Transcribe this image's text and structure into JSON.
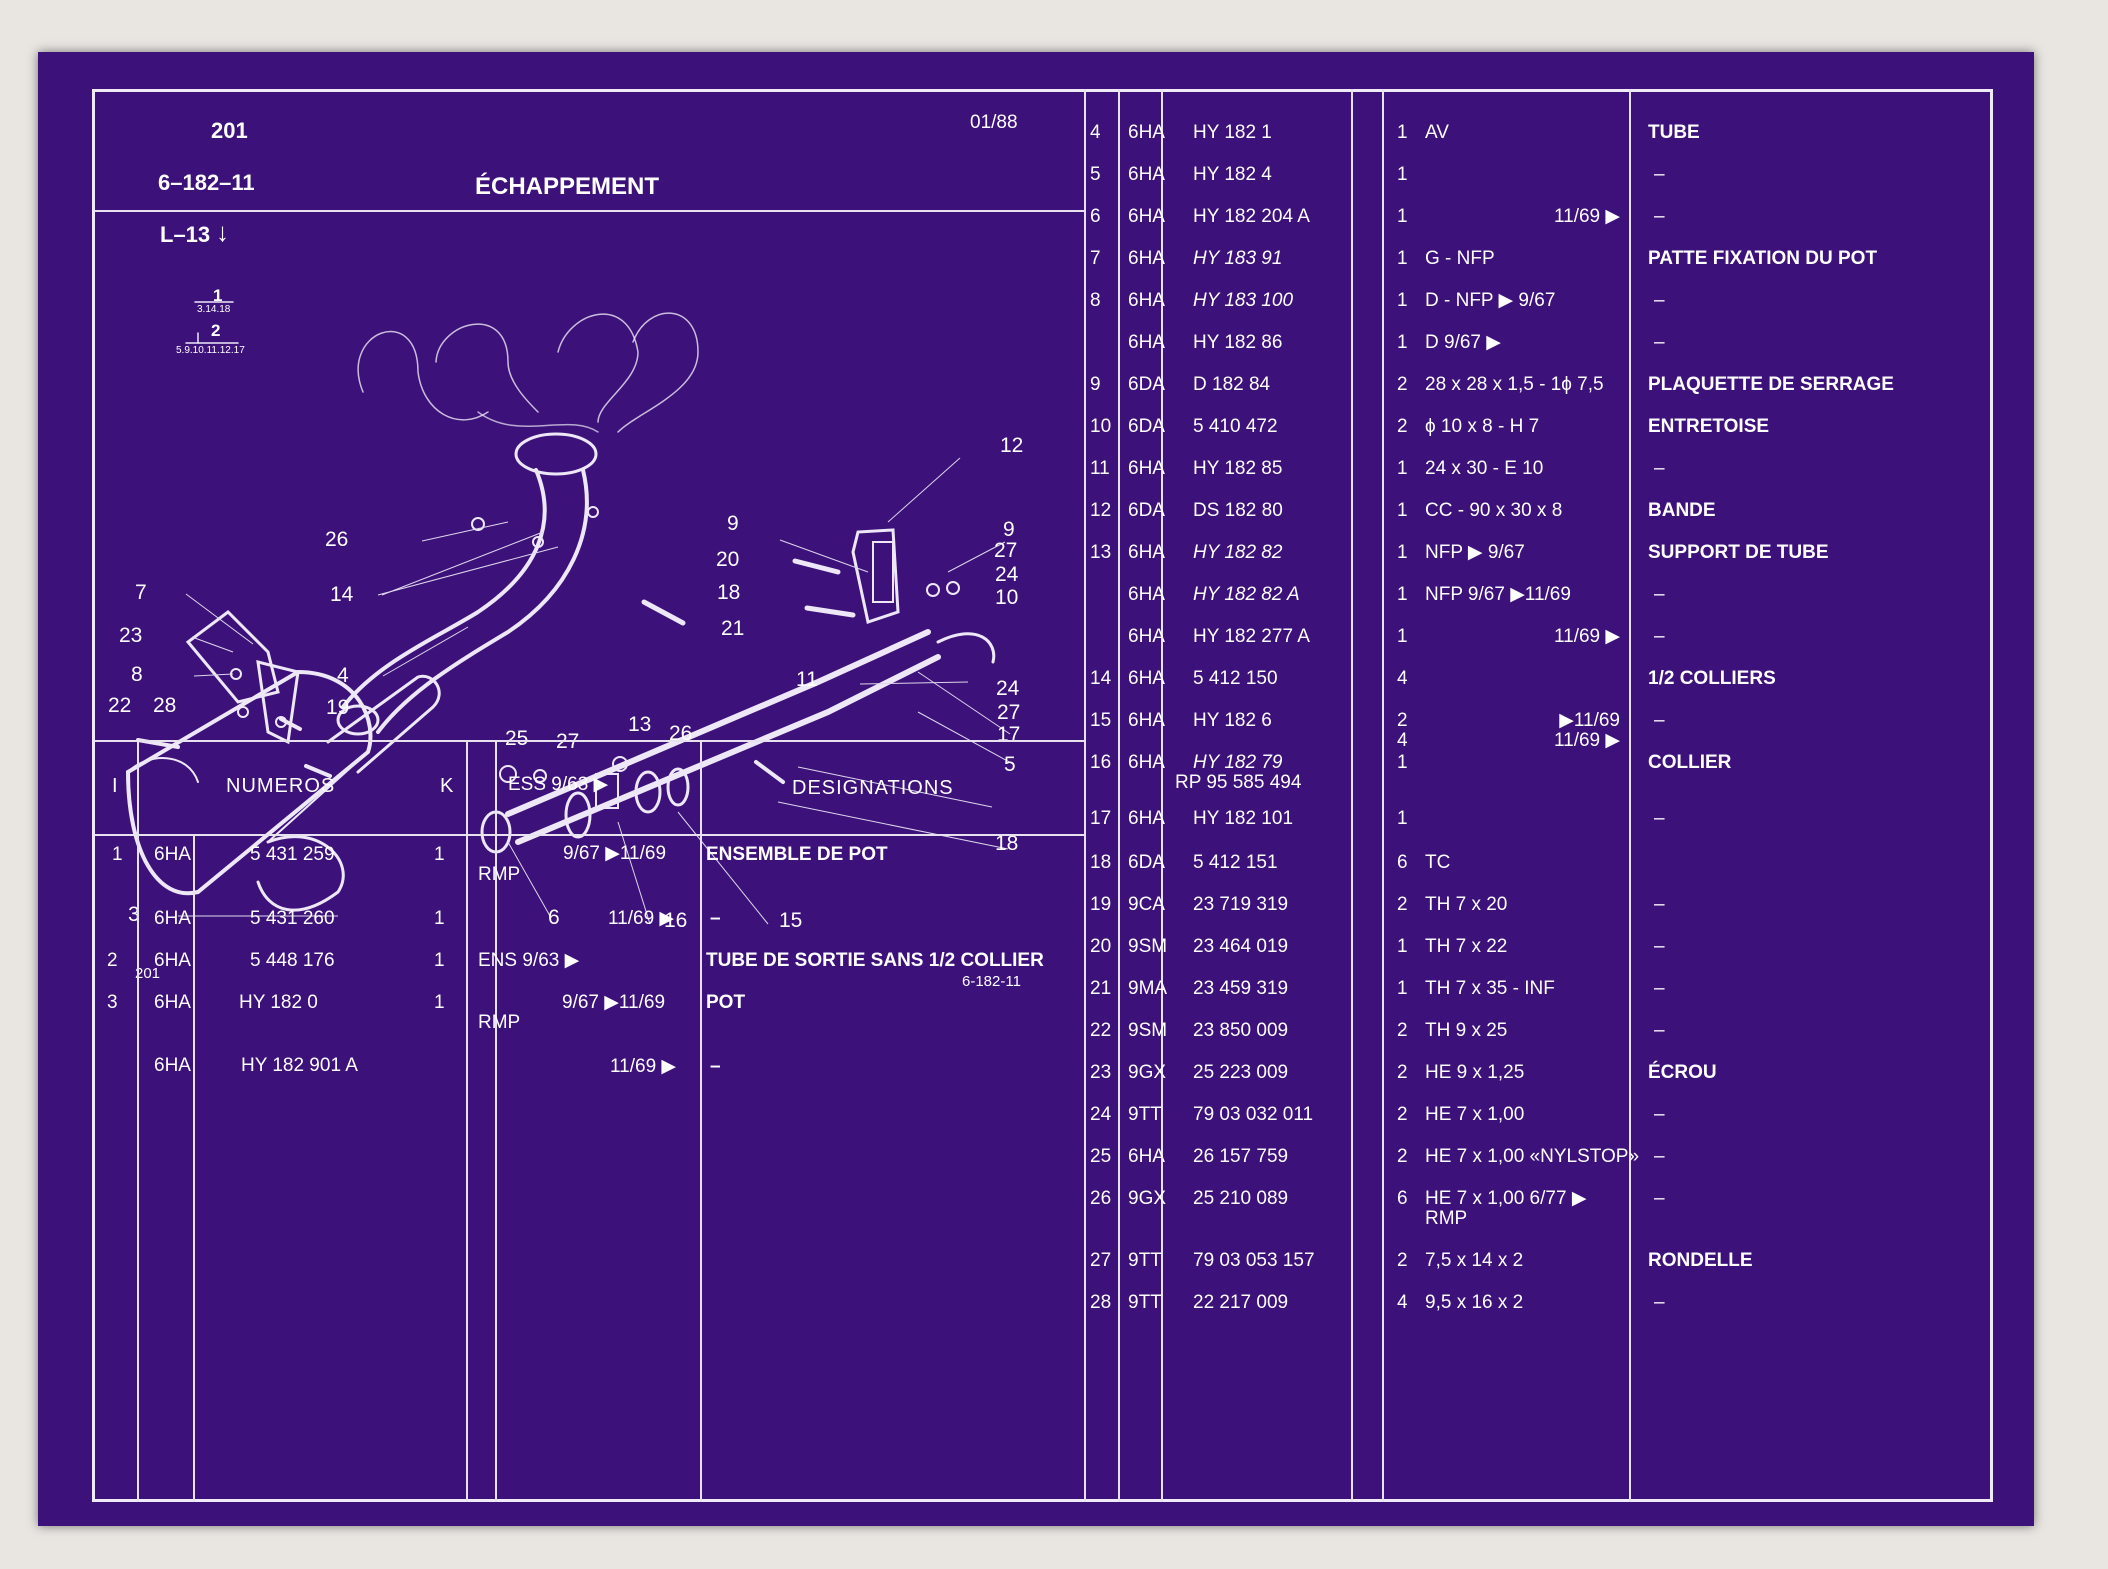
{
  "header": {
    "page_ref": "201",
    "group": "6–182–11",
    "model": "L–13",
    "model_arrow": "↓",
    "title": "ÉCHAPPEMENT",
    "date": "01/88"
  },
  "illustration": {
    "index_top": "1",
    "index_top_sub": "3.14.18",
    "index_mid": "2",
    "index_mid_sub": "5.9.10.11.12.17",
    "footer_left": "201",
    "footer_right": "6-182-11",
    "callouts": [
      "12",
      "26",
      "9",
      "9",
      "20",
      "27",
      "24",
      "7",
      "14",
      "18",
      "10",
      "23",
      "21",
      "8",
      "4",
      "11",
      "19",
      "24",
      "22",
      "28",
      "27",
      "17",
      "25",
      "27",
      "13",
      "26",
      "5",
      "18",
      "3",
      "6",
      "16",
      "15"
    ]
  },
  "columns": {
    "item": "I",
    "numbers": "NUMEROS",
    "qty": "K",
    "validity": "ESS   9/63 ▶",
    "designation": "DESIGNATIONS"
  },
  "rows": [
    {
      "item": "1",
      "code": "6HA",
      "num": "5 431  259",
      "qty": "1",
      "info": "9/67   ▶11/69",
      "info2": "RMP",
      "desig": "ENSEMBLE DE POT"
    },
    {
      "item": "",
      "code": "6HA",
      "num": "5 431  260",
      "qty": "1",
      "info": "11/69 ▶",
      "info2": "",
      "desig": "–"
    },
    {
      "item": "2",
      "code": "6HA",
      "num": "5 448  176",
      "qty": "1",
      "info": "ENS          9/63 ▶",
      "info2": "",
      "desig": "TUBE DE SORTIE SANS 1/2 COLLIER"
    },
    {
      "item": "3",
      "code": "6HA",
      "num": "HY  182    0",
      "qty": "1",
      "info": "9/67   ▶11/69",
      "info2": "RMP",
      "desig": "POT"
    },
    {
      "item": "",
      "code": "6HA",
      "num": "HY  182  901  A",
      "qty": "",
      "info": "11/69 ▶",
      "info2": "",
      "desig": "–"
    },
    {
      "item": "4",
      "code": "6HA",
      "num": "HY  182    1",
      "qty": "1",
      "info": "AV",
      "info2": "",
      "desig": "TUBE"
    },
    {
      "item": "5",
      "code": "6HA",
      "num": "HY  182    4",
      "qty": "1",
      "info": "",
      "info2": "",
      "desig": "–"
    },
    {
      "item": "6",
      "code": "6HA",
      "num": "HY  182  204  A",
      "qty": "1",
      "info": "11/69 ▶",
      "info2": "",
      "desig": "–"
    },
    {
      "item": "7",
      "code": "6HA",
      "num": "HY  183   91",
      "qty": "1",
      "info": "G - NFP",
      "info2": "",
      "desig": "PATTE FIXATION DU POT"
    },
    {
      "item": "8",
      "code": "6HA",
      "num": "HY  183  100",
      "qty": "1",
      "info": "D - NFP          ▶ 9/67",
      "info2": "",
      "desig": "–"
    },
    {
      "item": "",
      "code": "6HA",
      "num": "HY  182   86",
      "qty": "1",
      "info": "D                   9/67 ▶",
      "info2": "",
      "desig": "–"
    },
    {
      "item": "9",
      "code": "6DA",
      "num": "D  182   84",
      "qty": "2",
      "info": "28 x 28 x 1,5 - 1ϕ 7,5",
      "info2": "",
      "desig": "PLAQUETTE DE SERRAGE"
    },
    {
      "item": "10",
      "code": "6DA",
      "num": "5  410  472",
      "qty": "2",
      "info": "ϕ 10 x 8 - H 7",
      "info2": "",
      "desig": "ENTRETOISE"
    },
    {
      "item": "11",
      "code": "6HA",
      "num": "HY  182   85",
      "qty": "1",
      "info": "24 x 30 - E 10",
      "info2": "",
      "desig": "–"
    },
    {
      "item": "12",
      "code": "6DA",
      "num": "DS  182   80",
      "qty": "1",
      "info": "CC - 90 x 30 x 8",
      "info2": "",
      "desig": "BANDE"
    },
    {
      "item": "13",
      "code": "6HA",
      "num": "HY  182   82",
      "qty": "1",
      "info": "NFP                ▶ 9/67",
      "info2": "",
      "desig": "SUPPORT DE TUBE"
    },
    {
      "item": "",
      "code": "6HA",
      "num": "HY  182   82  A",
      "qty": "1",
      "info": "NFP         9/67 ▶11/69",
      "info2": "",
      "desig": "–"
    },
    {
      "item": "",
      "code": "6HA",
      "num": "HY  182  277  A",
      "qty": "1",
      "info": "11/69 ▶",
      "info2": "",
      "desig": "–"
    },
    {
      "item": "14",
      "code": "6HA",
      "num": "5  412  150",
      "qty": "4",
      "info": "",
      "info2": "",
      "desig": "1/2 COLLIERS"
    },
    {
      "item": "15",
      "code": "6HA",
      "num": "HY  182    6",
      "qty": "2",
      "qty2": "4",
      "info": "▶11/69",
      "info2": "11/69 ▶",
      "desig": "–"
    },
    {
      "item": "16",
      "code": "6HA",
      "num": "HY  182   79",
      "num2": "RP 95  585  494",
      "qty": "1",
      "info": "",
      "info2": "",
      "desig": "COLLIER"
    },
    {
      "item": "17",
      "code": "6HA",
      "num": "HY  182  101",
      "qty": "1",
      "info": "",
      "info2": "",
      "desig": "–"
    },
    {
      "item": "18",
      "code": "6DA",
      "num": "5  412  151",
      "qty": "6",
      "info": "TC",
      "info2": "",
      "desig": ""
    },
    {
      "item": "19",
      "code": "9CA",
      "num": "23  719  319",
      "qty": "2",
      "info": "TH 7 x 20",
      "info2": "",
      "desig": "–"
    },
    {
      "item": "20",
      "code": "9SM",
      "num": "23  464  019",
      "qty": "1",
      "info": "TH 7 x 22",
      "info2": "",
      "desig": "–"
    },
    {
      "item": "21",
      "code": "9MA",
      "num": "23  459  319",
      "qty": "1",
      "info": "TH 7 x 35 - INF",
      "info2": "",
      "desig": "–"
    },
    {
      "item": "22",
      "code": "9SM",
      "num": "23  850  009",
      "qty": "2",
      "info": "TH 9 x 25",
      "info2": "",
      "desig": "–"
    },
    {
      "item": "23",
      "code": "9GX",
      "num": "25  223  009",
      "qty": "2",
      "info": "HE 9 x 1,25",
      "info2": "",
      "desig": "ÉCROU"
    },
    {
      "item": "24",
      "code": "9TT",
      "num": "79  03  032  011",
      "qty": "2",
      "info": "HE 7 x 1,00",
      "info2": "",
      "desig": "–"
    },
    {
      "item": "25",
      "code": "6HA",
      "num": "26  157  759",
      "qty": "2",
      "info": "HE 7 x 1,00 «NYLSTOP»",
      "info2": "",
      "desig": "–"
    },
    {
      "item": "26",
      "code": "9GX",
      "num": "25  210  089",
      "qty": "6",
      "info": "HE 7 x 1,00       6/77 ▶",
      "info2": "RMP",
      "desig": "–"
    },
    {
      "item": "27",
      "code": "9TT",
      "num": "79  03  053  157",
      "qty": "2",
      "info": "7,5 x 14 x 2",
      "info2": "",
      "desig": "RONDELLE"
    },
    {
      "item": "28",
      "code": "9TT",
      "num": "22  217  009",
      "qty": "4",
      "info": "9,5 x 16 x 2",
      "info2": "",
      "desig": "–"
    }
  ]
}
